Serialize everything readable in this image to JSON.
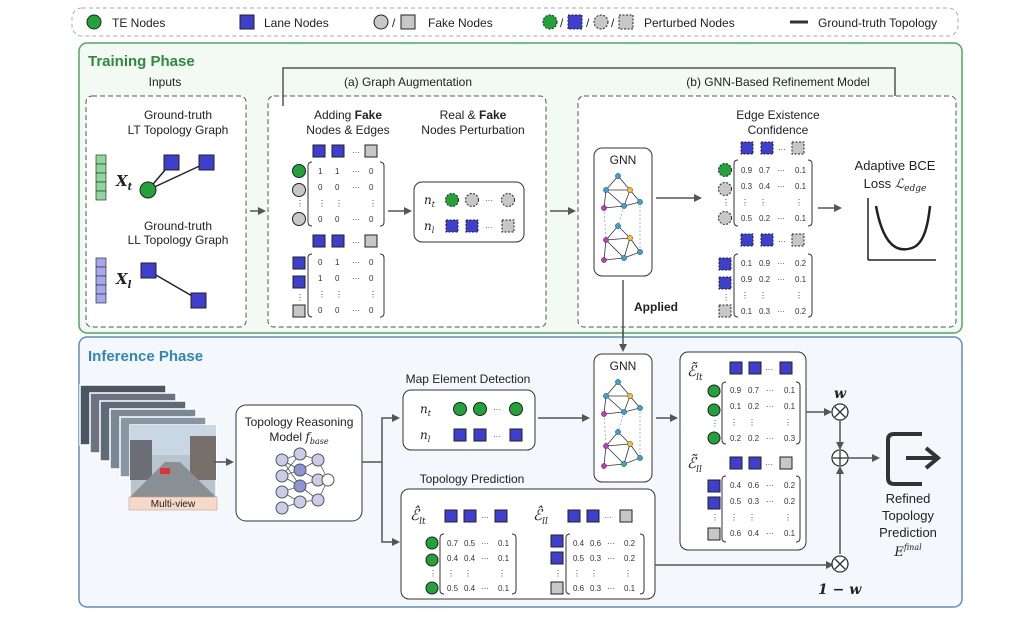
{
  "colors": {
    "te_green": "#22a33a",
    "lane_blue": "#3f3fcf",
    "fake_gray": "#c7c7c7",
    "training_border": "#4fa85c",
    "training_fill": "#f3faf3",
    "training_title": "#2e8a3e",
    "inference_border": "#5b8fc4",
    "inference_fill": "#f4f7fb",
    "inference_title": "#2f86b8"
  },
  "legend": {
    "te_nodes": "TE Nodes",
    "lane_nodes": "Lane Nodes",
    "fake_nodes": "Fake Nodes",
    "perturbed_nodes": "Perturbed Nodes",
    "gt_topology": "Ground-truth Topology"
  },
  "training": {
    "title": "Training Phase",
    "inputs_label": "Inputs",
    "lt_graph": [
      "Ground-truth",
      "LT Topology Graph"
    ],
    "ll_graph": [
      "Ground-truth",
      "LL Topology Graph"
    ],
    "xt": "X",
    "xt_sub": "t",
    "xl": "X",
    "xl_sub": "l",
    "aug_label": "(a) Graph Augmentation",
    "adding_fake": [
      "Adding ",
      "Fake",
      "Nodes & Edges"
    ],
    "real_fake": [
      "Real & ",
      "Fake",
      "Nodes Perturbation"
    ],
    "refine_label": "(b) GNN-Based Refinement Model",
    "gnn": "GNN",
    "edge_conf": [
      "Edge Existence",
      "Confidence"
    ],
    "loss": [
      "Adaptive BCE",
      "Loss "
    ],
    "loss_sym": "ℒ",
    "loss_sub": "edge",
    "nt": "n",
    "nt_sub": "t",
    "nl": "n",
    "nl_sub": "l",
    "applied": "Applied",
    "aug_mat_top": [
      [
        "1",
        "1",
        "···",
        "0"
      ],
      [
        "0",
        "0",
        "···",
        "0"
      ],
      [
        "⋮",
        "⋮",
        "",
        "⋮"
      ],
      [
        "0",
        "0",
        "···",
        "0"
      ]
    ],
    "aug_mat_bot": [
      [
        "0",
        "1",
        "···",
        "0"
      ],
      [
        "1",
        "0",
        "···",
        "0"
      ],
      [
        "⋮",
        "⋮",
        "",
        "⋮"
      ],
      [
        "0",
        "0",
        "···",
        "0"
      ]
    ],
    "conf_mat_top": [
      [
        "0.9",
        "0.7",
        "···",
        "0.1"
      ],
      [
        "0.3",
        "0.4",
        "···",
        "0.1"
      ],
      [
        "⋮",
        "⋮",
        "",
        "⋮"
      ],
      [
        "0.5",
        "0.2",
        "···",
        "0.1"
      ]
    ],
    "conf_mat_bot": [
      [
        "0.1",
        "0.9",
        "···",
        "0.2"
      ],
      [
        "0.9",
        "0.2",
        "···",
        "0.1"
      ],
      [
        "⋮",
        "⋮",
        "",
        "⋮"
      ],
      [
        "0.1",
        "0.3",
        "···",
        "0.2"
      ]
    ]
  },
  "inference": {
    "title": "Inference Phase",
    "multiview": "Multi-view",
    "trm": [
      "Topology Reasoning",
      "Model "
    ],
    "trm_sym": "f",
    "trm_sub": "base",
    "map_detect": "Map Element Detection",
    "topo_pred": "Topology Prediction",
    "gnn": "GNN",
    "e_lt_hat": "ℰ̂",
    "e_ll_hat": "ℰ̂",
    "e_lt_tilde": "ℰ̃",
    "e_ll_tilde": "ℰ̃",
    "lt_sub": "lt",
    "ll_sub": "ll",
    "w": "w",
    "one_minus_w": "1 − w",
    "refined": [
      "Refined",
      "Topology",
      "Prediction"
    ],
    "e_final": "E",
    "e_final_sup": "final",
    "pred_lt": [
      [
        "0.7",
        "0.5",
        "···",
        "0.1"
      ],
      [
        "0.4",
        "0.4",
        "···",
        "0.1"
      ],
      [
        "⋮",
        "⋮",
        "",
        "⋮"
      ],
      [
        "0.5",
        "0.4",
        "···",
        "0.1"
      ]
    ],
    "pred_ll": [
      [
        "0.4",
        "0.6",
        "···",
        "0.2"
      ],
      [
        "0.5",
        "0.3",
        "···",
        "0.2"
      ],
      [
        "⋮",
        "⋮",
        "",
        "⋮"
      ],
      [
        "0.6",
        "0.3",
        "···",
        "0.1"
      ]
    ],
    "ref_lt": [
      [
        "0.9",
        "0.7",
        "···",
        "0.1"
      ],
      [
        "0.1",
        "0.2",
        "···",
        "0.1"
      ],
      [
        "⋮",
        "⋮",
        "",
        "⋮"
      ],
      [
        "0.2",
        "0.2",
        "···",
        "0.3"
      ]
    ],
    "ref_ll": [
      [
        "0.4",
        "0.6",
        "···",
        "0.2"
      ],
      [
        "0.5",
        "0.3",
        "···",
        "0.2"
      ],
      [
        "⋮",
        "⋮",
        "",
        "⋮"
      ],
      [
        "0.6",
        "0.4",
        "···",
        "0.1"
      ]
    ]
  }
}
